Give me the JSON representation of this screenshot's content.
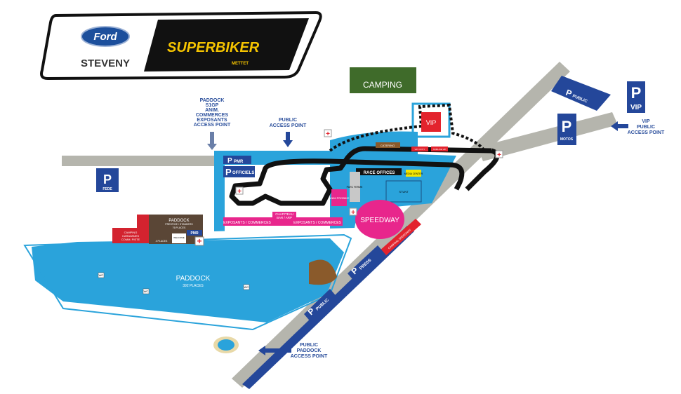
{
  "logo": {
    "ford": "Ford",
    "steveny": "STEVENY",
    "superbiker": "SUPERBIKER",
    "mettet": "METTET"
  },
  "camping": "CAMPING",
  "access_points": {
    "paddock_s1gp": [
      "PADDOCK",
      "S1GP",
      "ANIM.",
      "COMMERCES",
      "EXPOSANTS",
      "ACCESS POINT"
    ],
    "public": [
      "PUBLIC",
      "ACCESS POINT"
    ],
    "vip_public": [
      "VIP",
      "PUBLIC",
      "ACCESS POINT"
    ],
    "public_paddock": [
      "PUBLIC",
      "PADDOCK",
      "ACCESS POINT"
    ]
  },
  "parkings": {
    "p": "P",
    "fede": "FEDE",
    "pmr": "PMR",
    "officiels": "OFFICIELS",
    "public": "PUBLIC",
    "vip": "VIP",
    "motos": "MOTOS",
    "press": "PRESS",
    "pmr2": "PMR"
  },
  "zones": {
    "race_offices": "RACE OFFICES",
    "media_center": "MEDIA CENTER",
    "stunt": "STUNT",
    "parc_ferme": "PARC FERME",
    "anim_probike": "ANIM PROBIKE",
    "speedway": "SPEEDWAY",
    "chapiteau": [
      "CHAPITEAU",
      "BAR / ARP"
    ],
    "exposants": "EXPOSANTS / COMMERCES",
    "vip": "VIP",
    "catering": "CATERING",
    "vip_hospitality": "VIP VIVITY",
    "tribune_vip": "TRIBUNE VIP",
    "paddock": "PADDOCK",
    "paddock_places": "392 PLACES",
    "camping_caravanes": [
      "CAMPING",
      "CARAVANES",
      "COMM. PISTE"
    ],
    "paddock_prestige": [
      "PADDOCK",
      "PRESTIGE / STANDERS",
      "76 PLACES"
    ],
    "four_places": "4 PLACES",
    "welcome": "WELCOME",
    "camping_speedway": "CAMPING SPEEDWAY",
    "wc": "WC"
  },
  "colors": {
    "blue": "#2aa3db",
    "dark_blue": "#24479a",
    "pink": "#e8268c",
    "red": "#e3232d",
    "grey": "#b5b5ad",
    "brown": "#5a4636",
    "track": "#111111"
  }
}
